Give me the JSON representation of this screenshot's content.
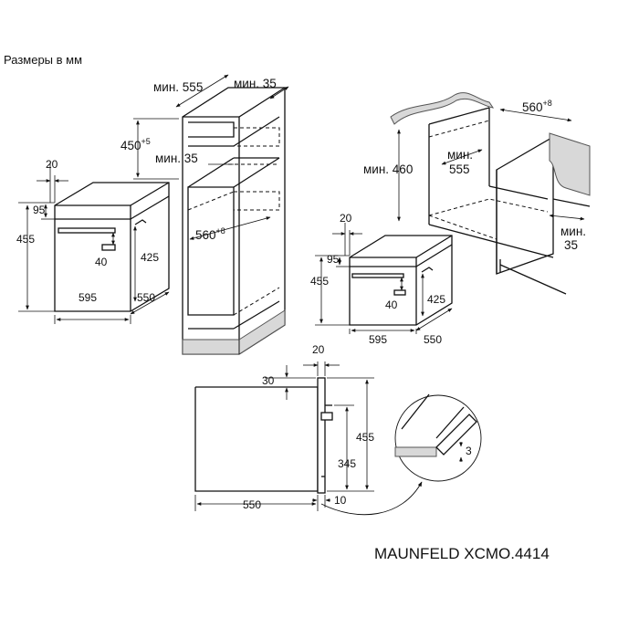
{
  "header": {
    "units_note": "Размеры в мм"
  },
  "model_name": "MAUNFELD XCMO.4414",
  "column_cabinet": {
    "min_depth_prefix": "мин.",
    "min_depth_value": "555",
    "min_top_prefix": "мин.",
    "min_top_value": "35",
    "min_shelf_prefix": "мин.",
    "min_shelf_value": "35",
    "niche_height": "450",
    "niche_height_tol": "+5",
    "niche_width": "560",
    "niche_width_tol": "+8"
  },
  "oven_left": {
    "top_offset": "20",
    "panel_height": "95",
    "total_height": "455",
    "handle_offset": "40",
    "body_height": "425",
    "width": "595",
    "depth": "550"
  },
  "undercounter": {
    "niche_width": "560",
    "niche_width_tol": "+8",
    "niche_height_prefix": "мин.",
    "niche_height_value": "460",
    "niche_depth_prefix": "мин.",
    "niche_depth_value": "555",
    "side_gap_prefix": "мин.",
    "side_gap_value": "35"
  },
  "oven_right": {
    "top_offset": "20",
    "panel_height": "95",
    "total_height": "455",
    "handle_offset": "40",
    "body_height": "425",
    "width": "595",
    "depth": "550"
  },
  "side_view": {
    "front_thickness": "20",
    "top_offset": "30",
    "height": "455",
    "mount_height": "345",
    "depth": "550",
    "bottom_gap": "10",
    "detail_gap": "3"
  }
}
